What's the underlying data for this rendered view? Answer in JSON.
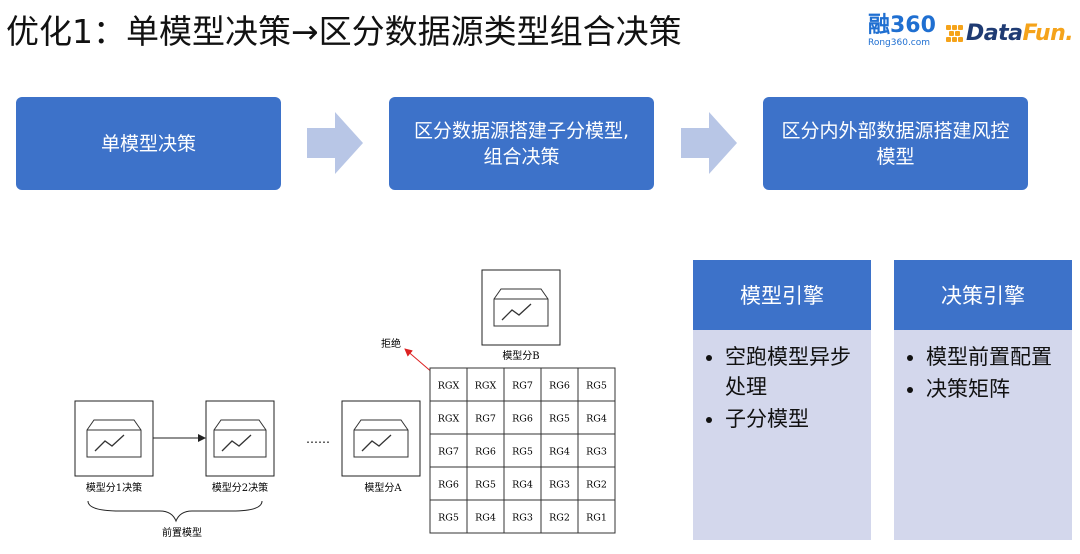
{
  "title": "优化1：单模型决策→区分数据源类型组合决策",
  "logos": {
    "rong_mark": "融360",
    "rong_sub": "Rong360.com",
    "datafun_a": "Data",
    "datafun_b": "Fun."
  },
  "colors": {
    "accent": "#3d72c9",
    "panel_bg": "#d3d7ec",
    "arrow": "#b8c6e6",
    "datafun": "#f5a31a"
  },
  "steps": [
    {
      "text": "单模型决策"
    },
    {
      "text": "区分数据源搭建子分模型, 组合决策"
    },
    {
      "text": "区分内外部数据源搭建风控模型"
    }
  ],
  "diagram": {
    "models": [
      "模型分1决策",
      "模型分2决策",
      "模型分A",
      "模型分B"
    ],
    "ellipsis": "……",
    "group_label": "前置模型",
    "reject_label": "拒绝",
    "grid": [
      [
        "RGX",
        "RGX",
        "RG7",
        "RG6",
        "RG5"
      ],
      [
        "RGX",
        "RG7",
        "RG6",
        "RG5",
        "RG4"
      ],
      [
        "RG7",
        "RG6",
        "RG5",
        "RG4",
        "RG3"
      ],
      [
        "RG6",
        "RG5",
        "RG4",
        "RG3",
        "RG2"
      ],
      [
        "RG5",
        "RG4",
        "RG3",
        "RG2",
        "RG1"
      ]
    ]
  },
  "engines": [
    {
      "title": "模型引擎",
      "items": [
        "空跑模型异步处理",
        "子分模型"
      ]
    },
    {
      "title": "决策引擎",
      "items": [
        "模型前置配置",
        "决策矩阵"
      ]
    }
  ]
}
